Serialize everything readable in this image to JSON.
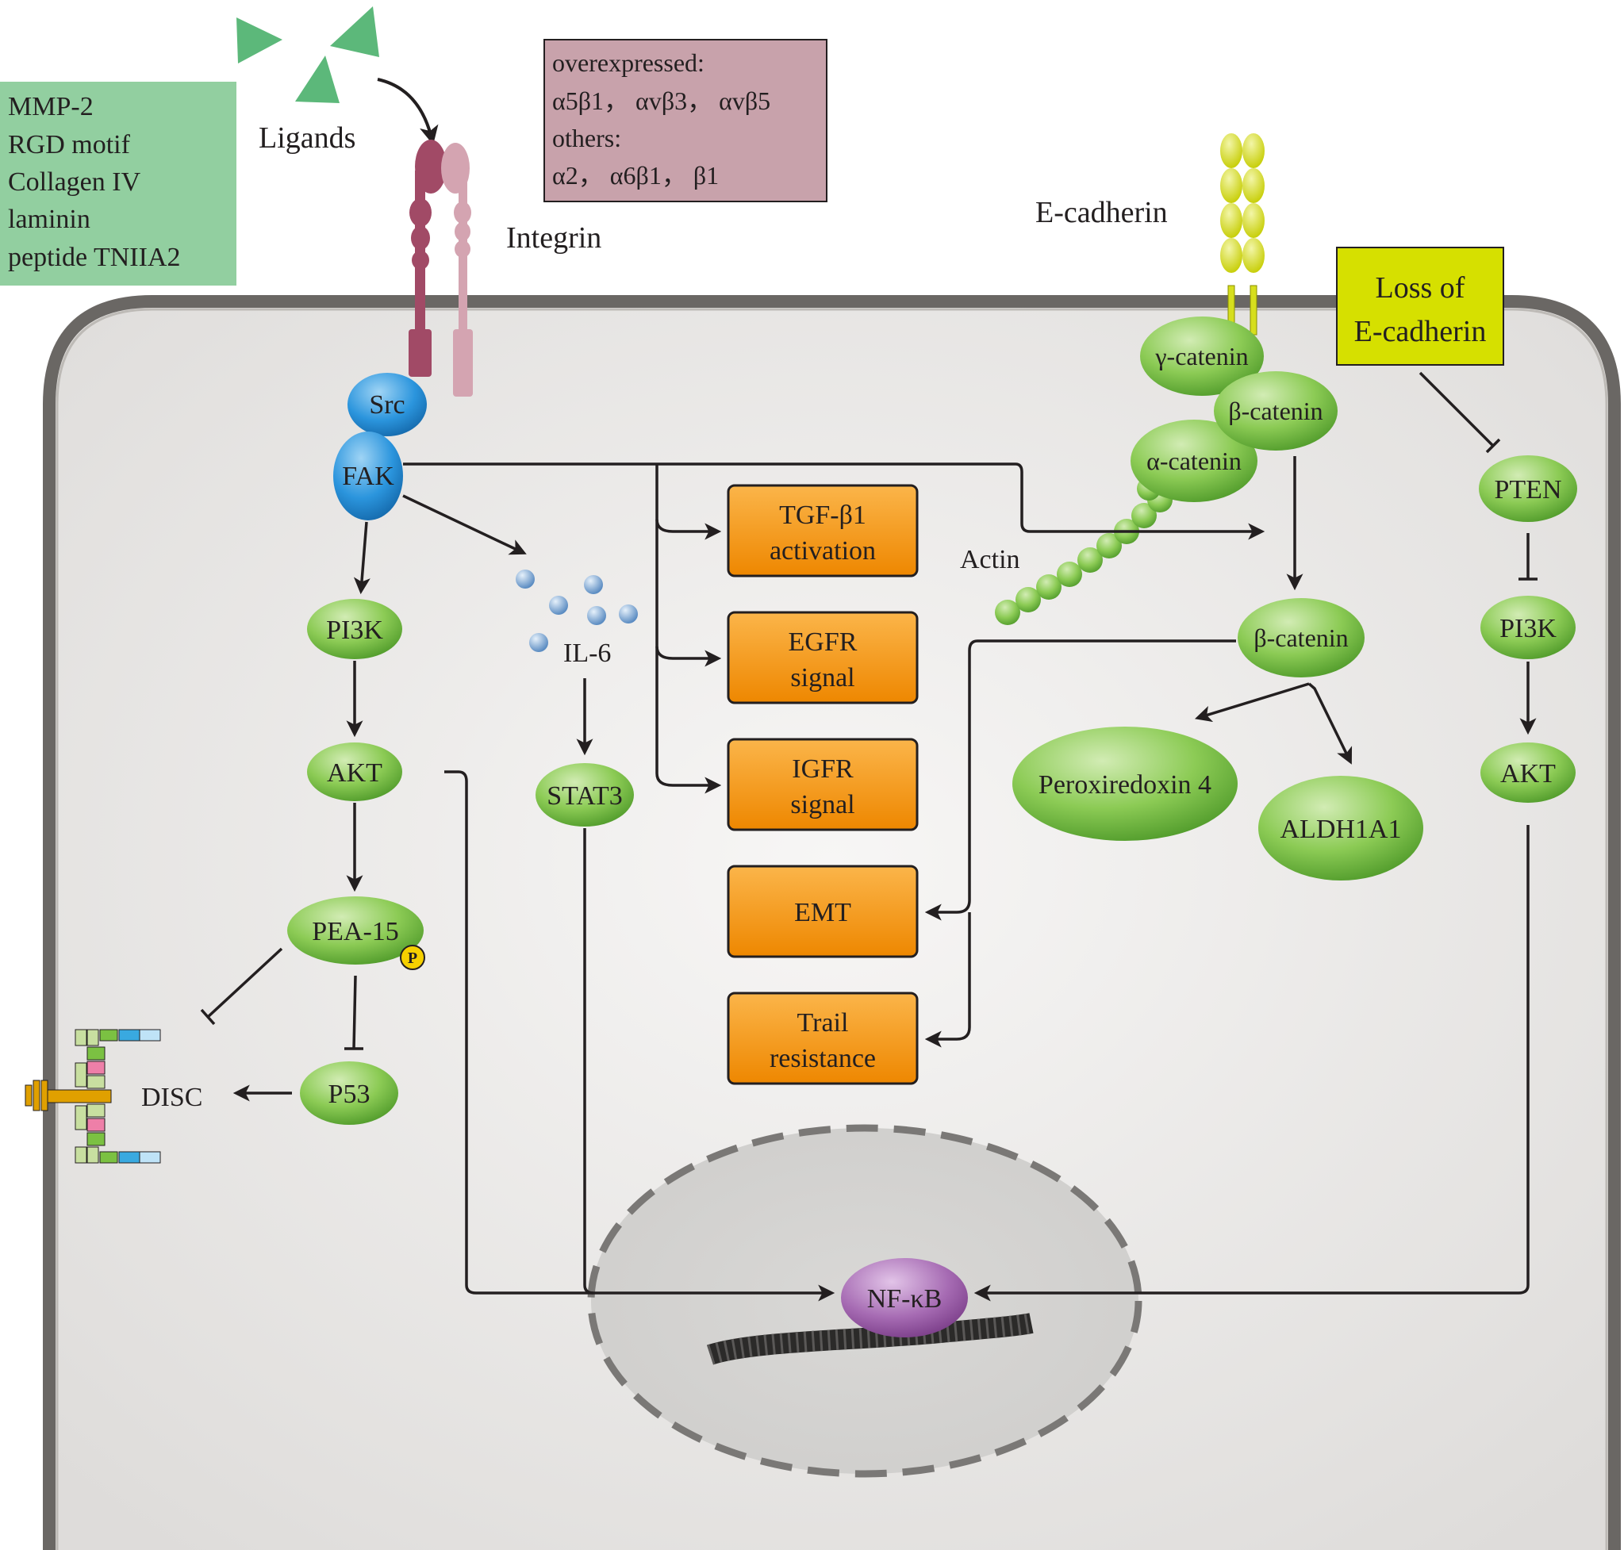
{
  "ligand_box": {
    "lines": [
      "MMP-2",
      "RGD motif",
      "Collagen IV",
      "laminin",
      "peptide TNIIA2"
    ]
  },
  "labels": {
    "ligands": "Ligands",
    "integrin": "Integrin",
    "e_cadherin": "E-cadherin",
    "actin": "Actin",
    "il6": "IL-6",
    "disc": "DISC"
  },
  "integrin_box": {
    "lines": [
      "overexpressed:",
      "α5β1， αvβ3， αvβ5",
      "others:",
      "α2， α6β1， β1"
    ]
  },
  "loss_box": {
    "lines": [
      "Loss of",
      "E-cadherin"
    ]
  },
  "nodes": {
    "src": "Src",
    "fak": "FAK",
    "pi3k_left": "PI3K",
    "akt_left": "AKT",
    "pea15": "PEA-15",
    "phospho": "P",
    "p53": "P53",
    "stat3": "STAT3",
    "gamma_catenin": "γ-catenin",
    "beta_catenin_top": "β-catenin",
    "alpha_catenin": "α-catenin",
    "beta_catenin_mid": "β-catenin",
    "peroxiredoxin": "Peroxiredoxin 4",
    "aldh1a1": "ALDH1A1",
    "pten": "PTEN",
    "pi3k_right": "PI3K",
    "akt_right": "AKT",
    "nfkb": "NF-κB"
  },
  "outcome_boxes": [
    {
      "lines": [
        "TGF-β1",
        "activation"
      ]
    },
    {
      "lines": [
        "EGFR",
        "signal"
      ]
    },
    {
      "lines": [
        "IGFR",
        "signal"
      ]
    },
    {
      "lines": [
        "EMT"
      ]
    },
    {
      "lines": [
        "Trail",
        "resistance"
      ]
    }
  ],
  "colors": {
    "ligand_green": "#5cb87a",
    "ligand_box": "#92cfa0",
    "integrin_box": "#c8a2ab",
    "loss_box": "#d6e000",
    "outcome_orange": "#f28c00",
    "node_green": "#7bc142",
    "src_blue": "#1f8fdc",
    "nfkb_purple": "#a55fb0",
    "cadherin_yellow": "#d6de1e"
  }
}
